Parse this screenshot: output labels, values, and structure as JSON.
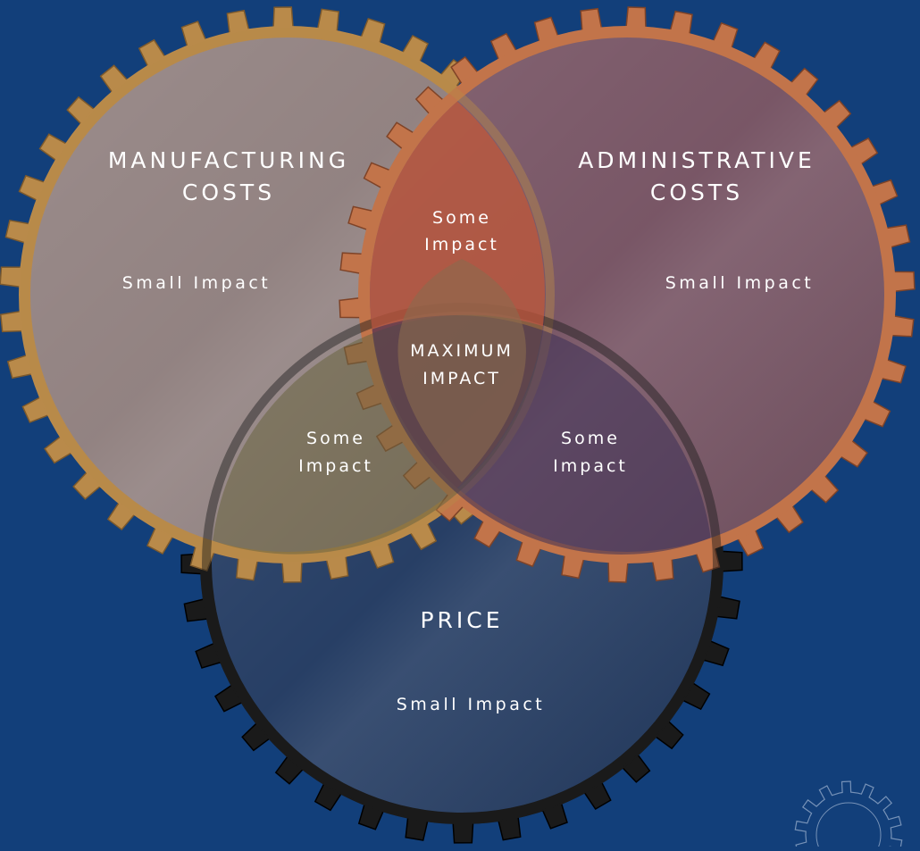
{
  "gears": [
    {
      "id": "manufacturing",
      "title_lines": [
        "MANUFACTURING",
        "COSTS"
      ],
      "impact": "Small Impact",
      "rim": "#b98a4a",
      "rim_dark": "#7e5a2c",
      "fill": "#8a7e86"
    },
    {
      "id": "administrative",
      "title_lines": [
        "ADMINISTRATIVE",
        "COSTS"
      ],
      "impact": "Small Impact",
      "rim": "#c2744a",
      "rim_dark": "#7f4327",
      "fill": "#6b4e66"
    },
    {
      "id": "price",
      "title_lines": [
        "PRICE"
      ],
      "impact": "Small Impact",
      "rim": "#1a1a1a",
      "rim_dark": "#000000",
      "fill": "#243d66"
    }
  ],
  "overlaps": {
    "top": {
      "lines": [
        "Some",
        "Impact"
      ],
      "color": "#c0583a"
    },
    "left": {
      "lines": [
        "Some",
        "Impact"
      ],
      "color": "#6a6440"
    },
    "right": {
      "lines": [
        "Some",
        "Impact"
      ],
      "color": "#3c2f56"
    },
    "center": {
      "lines": [
        "MAXIMUM",
        "IMPACT"
      ],
      "color": "#8a6a4e"
    }
  },
  "background": "#123f7a",
  "watermark_icon": "gear-outline-icon"
}
